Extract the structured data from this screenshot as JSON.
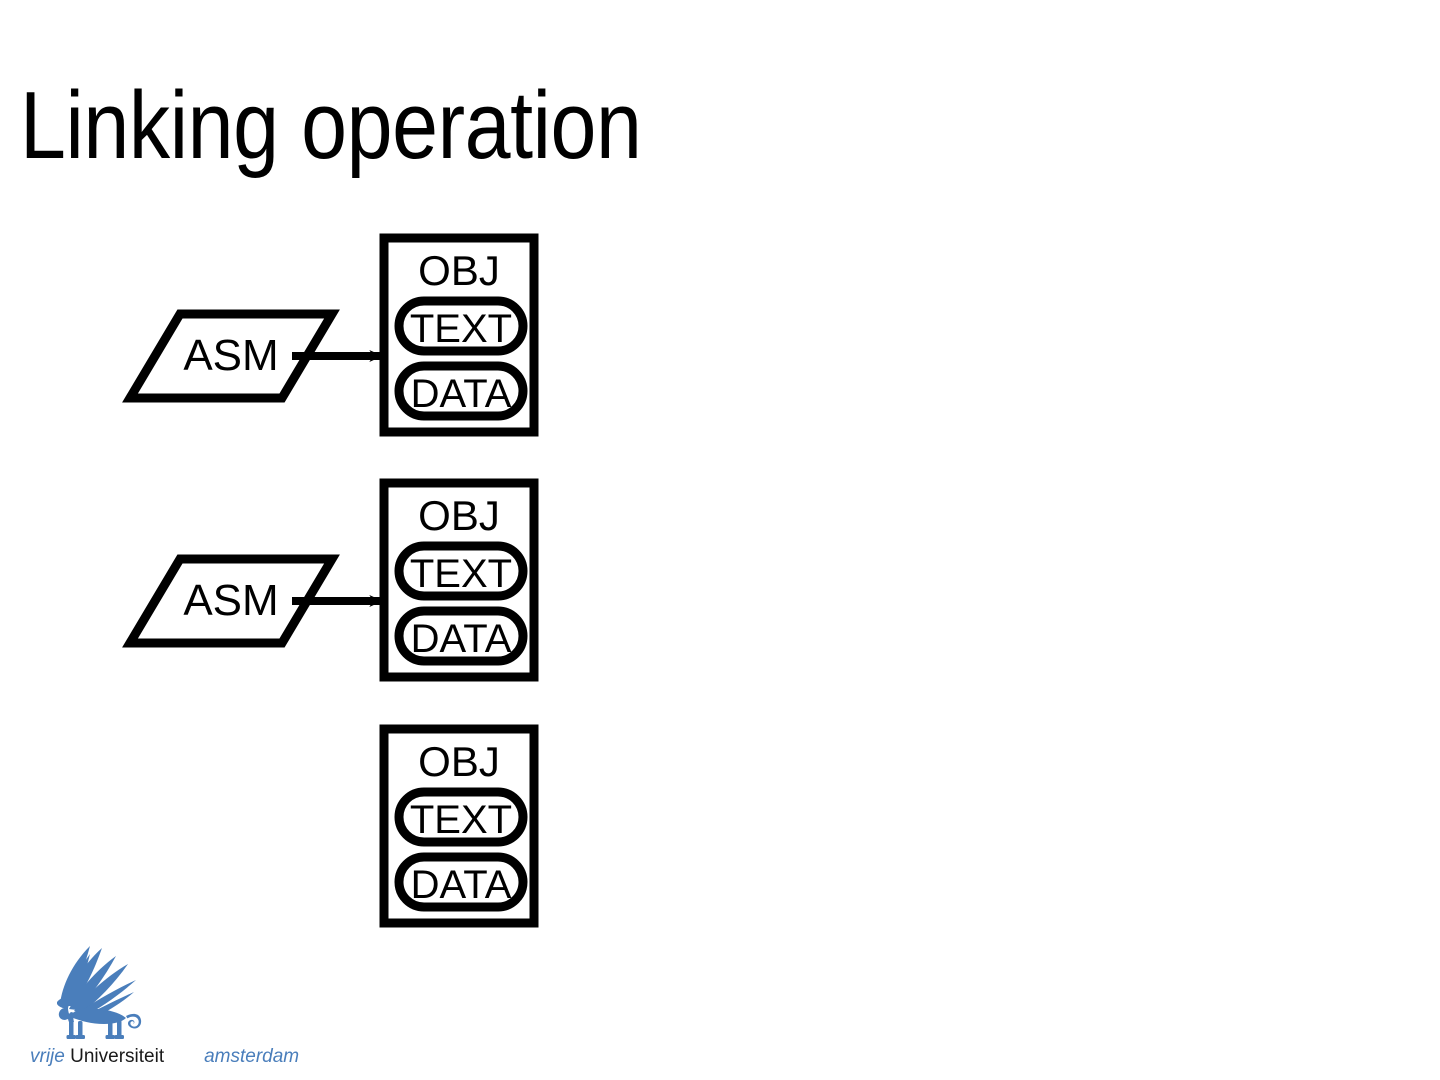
{
  "slide": {
    "title": "Linking operation",
    "background_color": "#ffffff",
    "ink_color": "#000000"
  },
  "diagram": {
    "type": "flow",
    "description": "Three rows showing assembler output producing object files for linking",
    "rows": [
      {
        "id": "row-1",
        "source": {
          "shape": "parallelogram",
          "label": "ASM"
        },
        "arrow": {
          "label": "",
          "direction": "right"
        },
        "target": {
          "shape": "rectangle",
          "label": "OBJ",
          "sections": [
            {
              "shape": "stadium",
              "label": "TEXT"
            },
            {
              "shape": "stadium",
              "label": "DATA"
            }
          ]
        }
      },
      {
        "id": "row-2",
        "source": {
          "shape": "parallelogram",
          "label": "ASM"
        },
        "arrow": {
          "label": "",
          "direction": "right"
        },
        "target": {
          "shape": "rectangle",
          "label": "OBJ",
          "sections": [
            {
              "shape": "stadium",
              "label": "TEXT"
            },
            {
              "shape": "stadium",
              "label": "DATA"
            }
          ]
        }
      },
      {
        "id": "row-3",
        "source": null,
        "arrow": null,
        "target": {
          "shape": "rectangle",
          "label": "OBJ",
          "sections": [
            {
              "shape": "stadium",
              "label": "TEXT"
            },
            {
              "shape": "stadium",
              "label": "DATA"
            }
          ]
        }
      }
    ]
  },
  "logo": {
    "name": "vrije-universiteit-amsterdam",
    "mark": "winged-griffin",
    "color": "#4a7ebb",
    "text_vrije": "vrije",
    "text_universiteit": "Universiteit",
    "text_amsterdam": "amsterdam"
  }
}
